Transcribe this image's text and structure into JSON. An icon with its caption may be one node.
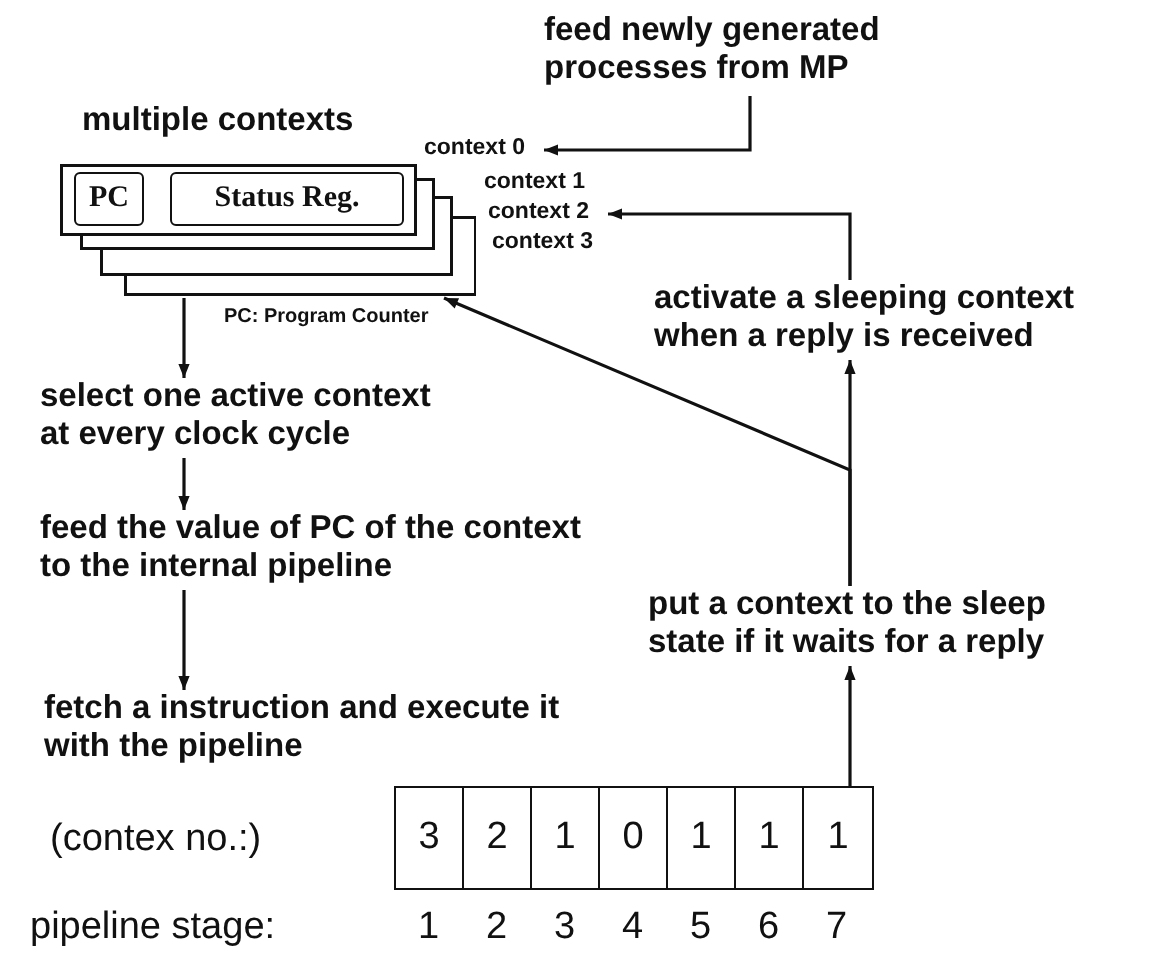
{
  "diagram": {
    "nodes": [
      {
        "text": [
          "multiple contexts"
        ]
      },
      {
        "text": [
          "PC"
        ],
        "in": 0
      },
      {
        "text": [
          "Status Reg."
        ],
        "in": 0
      },
      {
        "text": [
          "context 0"
        ]
      },
      {
        "text": [
          "context 1"
        ]
      },
      {
        "text": [
          "context 2"
        ]
      },
      {
        "text": [
          "context 3"
        ]
      },
      {
        "text": [
          "feed newly generated processes from MP"
        ]
      },
      {
        "text": [
          "select one active context at every clock cycle"
        ]
      },
      {
        "text": [
          "feed the value of PC of the context to the internal pipeline"
        ]
      },
      {
        "text": [
          "fetch a instruction and execute it with the pipeline"
        ]
      },
      {
        "text": [
          "activate a sleeping context when a reply is received"
        ]
      },
      {
        "text": [
          "put a context to the sleep state if it waits for a reply"
        ]
      },
      {
        "text": [],
        "shape": "box"
      }
    ],
    "edges": [
      {
        "from": 7,
        "to": 3,
        "arrow": "to"
      },
      {
        "from": 11,
        "to": 5,
        "arrow": "to"
      },
      {
        "from": 0,
        "to": 8,
        "arrow": "to"
      },
      {
        "from": 8,
        "to": 9,
        "arrow": "to"
      },
      {
        "from": 9,
        "to": 10,
        "arrow": "to"
      },
      {
        "from": 13,
        "to": 12,
        "arrow": "to"
      },
      {
        "from": 12,
        "to": 11,
        "arrow": "to"
      },
      {
        "from": 12,
        "to": 0,
        "arrow": "to"
      }
    ],
    "labels": [
      "PC: Program Counter",
      "(contex no.:)",
      "3",
      "2",
      "1",
      "0",
      "1",
      "1",
      "1",
      "pipeline stage:",
      "1",
      "2",
      "3",
      "4",
      "5",
      "6",
      "7"
    ]
  }
}
